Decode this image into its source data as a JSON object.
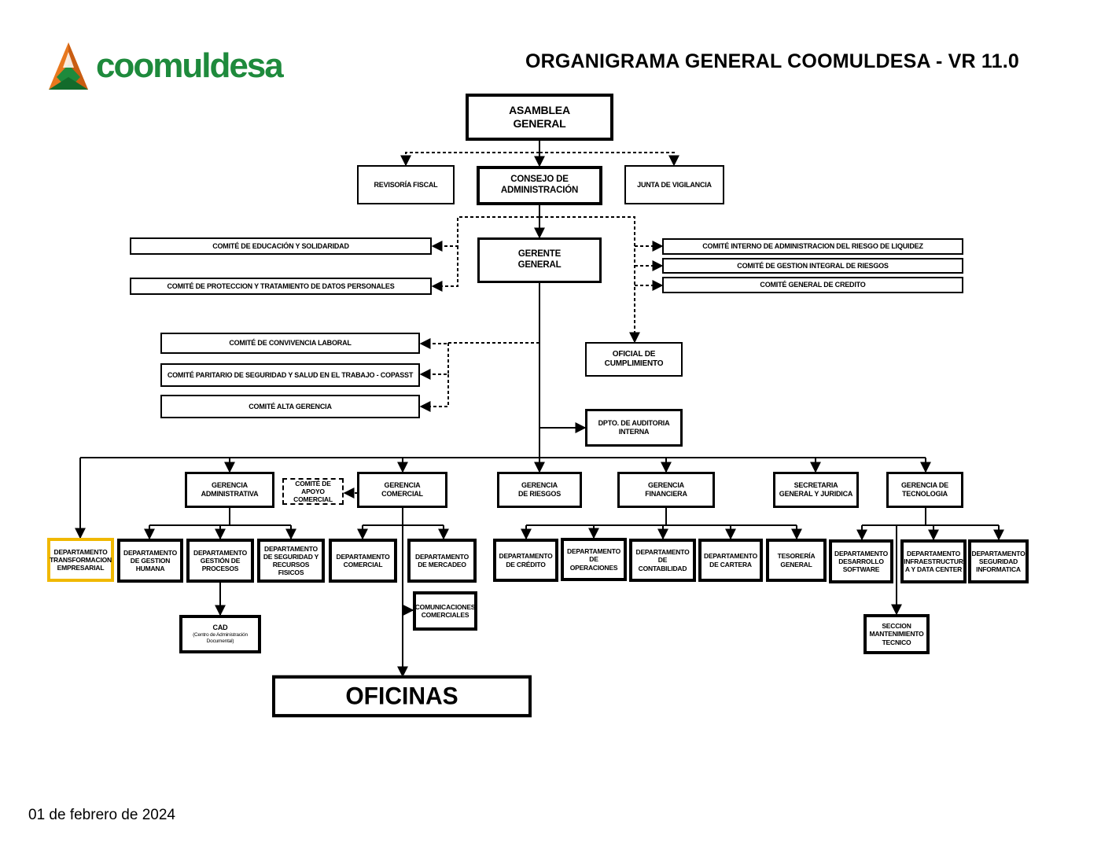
{
  "header": {
    "logo_text": "coomuldesa",
    "title": "ORGANIGRAMA GENERAL COOMULDESA - VR 11.0"
  },
  "footer": {
    "date": "01 de febrero de 2024"
  },
  "colors": {
    "brand_green": "#1e8a3c",
    "brand_orange": "#e8781e",
    "highlight_yellow": "#f0b800"
  },
  "nodes": {
    "asamblea": "ASAMBLEA\nGENERAL",
    "revisoria": "REVISORÍA FISCAL",
    "consejo": "CONSEJO DE\nADMINISTRACIÓN",
    "junta": "JUNTA DE VIGILANCIA",
    "gerente": "GERENTE\nGENERAL",
    "comite_educacion": "COMITÉ DE EDUCACIÓN Y SOLIDARIDAD",
    "comite_proteccion": "COMITÉ DE PROTECCION Y TRATAMIENTO DE DATOS PERSONALES",
    "comite_liquidez": "COMITÉ INTERNO DE ADMINISTRACION  DEL RIESGO DE LIQUIDEZ",
    "comite_riesgos": "COMITÉ DE GESTION INTEGRAL DE RIESGOS",
    "comite_credito": "COMITÉ GENERAL DE CREDITO",
    "comite_convivencia": "COMITÉ DE CONVIVENCIA LABORAL",
    "comite_copasst": "COMITÉ PARITARIO DE SEGURIDAD Y SALUD EN EL TRABAJO - COPASST",
    "comite_alta": "COMITÉ ALTA GERENCIA",
    "oficial": "OFICIAL DE\nCUMPLIMIENTO",
    "auditoria": "DPTO. DE AUDITORIA\nINTERNA",
    "g_admin": "GERENCIA\nADMINISTRATIVA",
    "comite_apoyo": "COMITÉ DE APOYO\nCOMERCIAL",
    "g_comercial": "GERENCIA\nCOMERCIAL",
    "g_riesgos": "GERENCIA\nDE RIESGOS",
    "g_financiera": "GERENCIA\nFINANCIERA",
    "secretaria": "SECRETARIA\nGENERAL Y JURIDICA",
    "g_tecnologia": "GERENCIA DE\nTECNOLOGIA",
    "d_transformacion": "DEPARTAMENTO\nTRANSFORMACION\nEMPRESARIAL",
    "d_humana": "DEPARTAMENTO\nDE GESTION\nHUMANA",
    "d_procesos": "DEPARTAMENTO\nGESTIÓN DE\nPROCESOS",
    "d_seguridad_rf": "DEPARTAMENTO\nDE SEGURIDAD Y\nRECURSOS\nFISICOS",
    "d_comercial": "DEPARTAMENTO\nCOMERCIAL",
    "d_mercadeo": "DEPARTAMENTO\nDE MERCADEO",
    "comunicaciones": "COMUNICACIONES\nCOMERCIALES",
    "d_credito": "DEPARTAMENTO\nDE CRÉDITO",
    "d_operaciones": "DEPARTAMENTO\nDE OPERACIONES",
    "d_contabilidad": "DEPARTAMENTO\nDE CONTABILIDAD",
    "d_cartera": "DEPARTAMENTO\nDE CARTERA",
    "tesoreria": "TESORERÍA\nGENERAL",
    "d_software": "DEPARTAMENTO\nDESARROLLO\nSOFTWARE",
    "d_infra": "DEPARTAMENTO\nINFRAESTRUCTUR\nA Y DATA CENTER",
    "d_seg_info": "DEPARTAMENTO\nSEGURIDAD\nINFORMATICA",
    "seccion_mant": "SECCION\nMANTENIMIENTO\nTECNICO",
    "cad_title": "CAD",
    "cad_sub": "(Centro de Administración\nDocumental)",
    "oficinas": "OFICINAS"
  }
}
